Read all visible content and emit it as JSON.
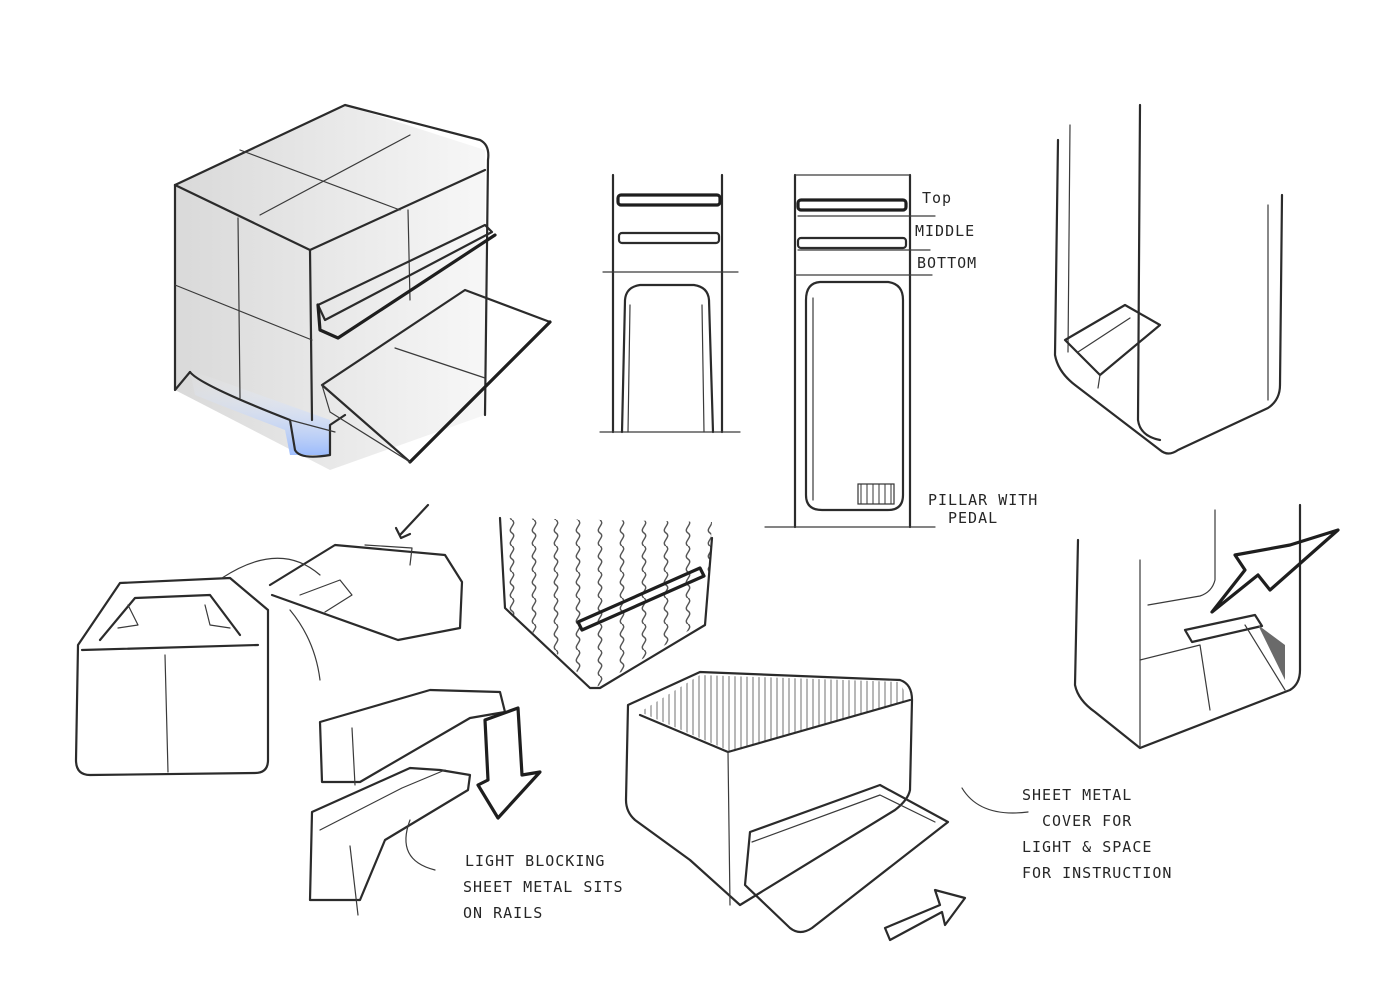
{
  "labels": {
    "top": "Top",
    "middle": "MIDDLE",
    "bottom": "BOTTOM",
    "pillar_line1": "PILLAR WITH",
    "pillar_line2": "PEDAL",
    "light_line1": "LIGHT BLOCKING",
    "light_line2": "SHEET METAL SITS",
    "light_line3": "ON RAILS",
    "cover_line1": "SHEET METAL",
    "cover_line2": "COVER FOR",
    "cover_line3": "LIGHT & SPACE",
    "cover_line4": "FOR INSTRUCTION"
  },
  "colors": {
    "ink": "#2b2b2b",
    "accent_glow": "#8fb4ff",
    "paper": "#ffffff"
  }
}
